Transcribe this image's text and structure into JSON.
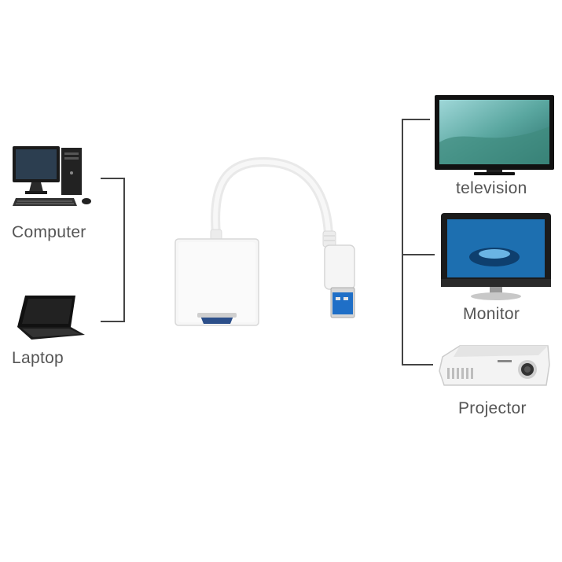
{
  "sources": {
    "computer_label": "Computer",
    "laptop_label": "Laptop"
  },
  "outputs": {
    "television_label": "television",
    "monitor_label": "Monitor",
    "projector_label": "Projector"
  },
  "icons": {
    "computer": "desktop-computer-icon",
    "laptop": "laptop-icon",
    "adapter": "usb-to-vga-adapter",
    "television": "television-icon",
    "monitor": "monitor-icon",
    "projector": "projector-icon"
  },
  "colors": {
    "label_text": "#555555",
    "connector_line": "#444444",
    "usb_blue": "#1f6fc7"
  }
}
